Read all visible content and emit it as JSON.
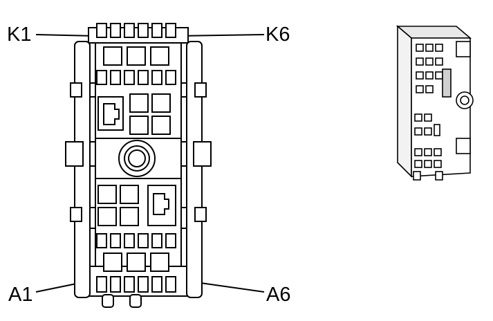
{
  "labels": {
    "k1": "K1",
    "k6": "K6",
    "a1": "A1",
    "a6": "A6"
  },
  "colors": {
    "stroke": "#000000",
    "fill": "#ffffff",
    "shade": "#9a9a9a"
  }
}
